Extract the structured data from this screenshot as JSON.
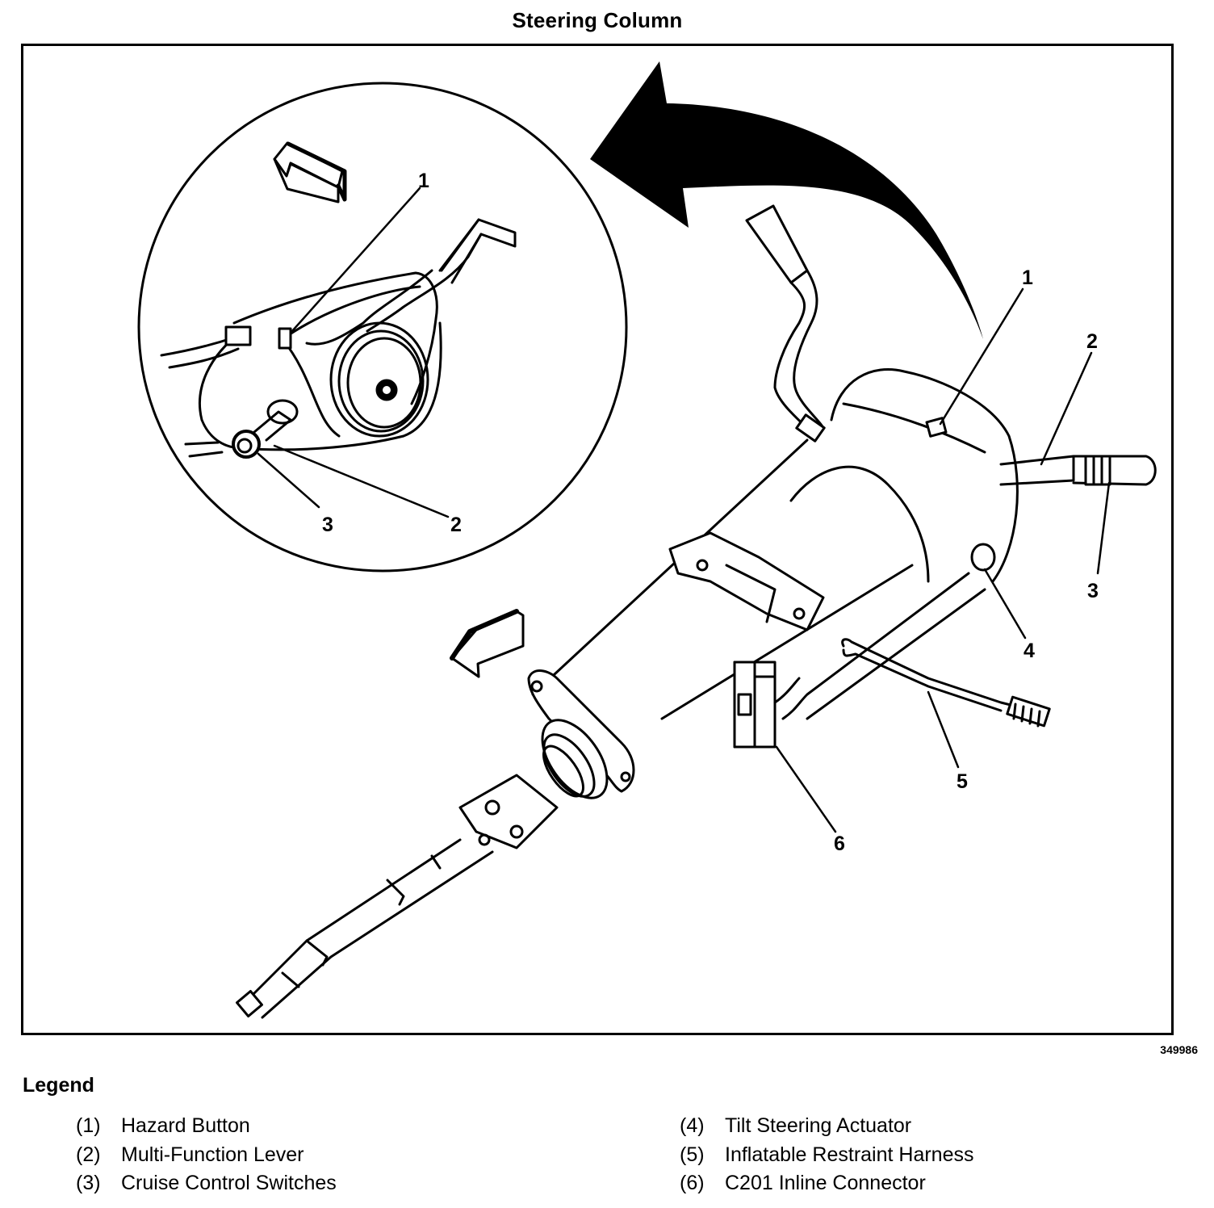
{
  "title": "Steering Column",
  "figure_id": "349986",
  "legend": {
    "heading": "Legend",
    "items": [
      {
        "num": "(1)",
        "label": "Hazard Button"
      },
      {
        "num": "(2)",
        "label": "Multi-Function Lever"
      },
      {
        "num": "(3)",
        "label": "Cruise Control Switches"
      },
      {
        "num": "(4)",
        "label": "Tilt Steering Actuator"
      },
      {
        "num": "(5)",
        "label": "Inflatable Restraint Harness"
      },
      {
        "num": "(6)",
        "label": "C201 Inline Connector"
      }
    ]
  },
  "callouts": {
    "detail": [
      "1",
      "2",
      "3"
    ],
    "main": [
      "1",
      "2",
      "3",
      "4",
      "5",
      "6"
    ]
  }
}
